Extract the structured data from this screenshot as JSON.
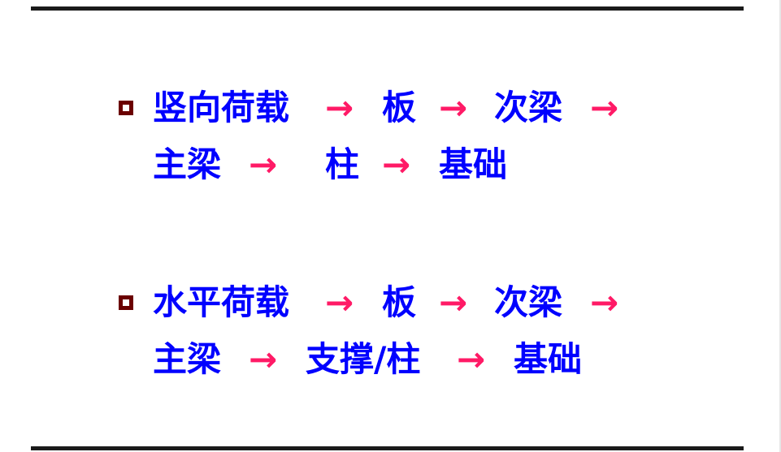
{
  "items": [
    {
      "line1": [
        "竖向荷载",
        "→",
        "板",
        "→",
        "次梁",
        "→"
      ],
      "line2": [
        "主梁",
        "→",
        "柱",
        "→",
        "基础"
      ]
    },
    {
      "line1": [
        "水平荷载",
        "→",
        "板",
        "→",
        "次梁",
        "→"
      ],
      "line2": [
        "主梁",
        "→",
        "支撑/柱",
        "→",
        "基础"
      ]
    }
  ],
  "colors": {
    "text": "#0000ff",
    "arrow": "#ff1a66",
    "bullet": "#6b0000"
  }
}
